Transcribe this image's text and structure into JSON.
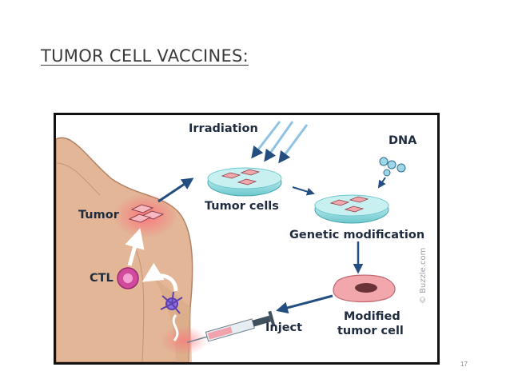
{
  "slide": {
    "title": "TUMOR CELL VACCINES:",
    "page_number": "17"
  },
  "figure": {
    "labels": {
      "irradiation": "Irradiation",
      "dna": "DNA",
      "tumor": "Tumor",
      "tumor_cells": "Tumor cells",
      "genetic_modification": "Genetic modification",
      "ctl": "CTL",
      "modified_line1": "Modified",
      "modified_line2": "tumor cell",
      "inject": "Inject"
    },
    "credit": "© Buzzle.com",
    "colors": {
      "skin": "#e2b696",
      "dish": "#7fd3d8",
      "cell": "#f2a7ad",
      "arrow": "#244e80",
      "rays": "#8fc3e6"
    }
  }
}
